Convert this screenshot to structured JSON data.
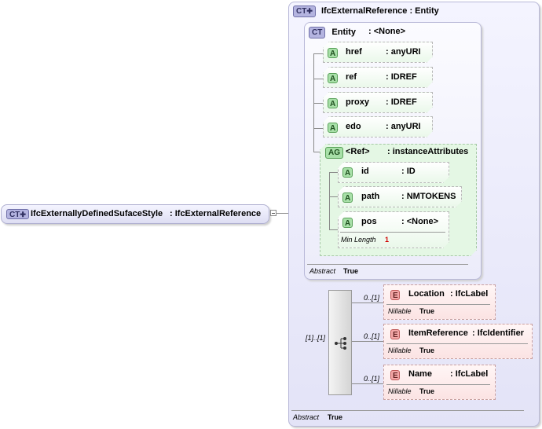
{
  "main": {
    "badge": "CT",
    "name": "IfcExternallyDefinedSufaceStyle",
    "type": ": IfcExternalReference"
  },
  "outer": {
    "badge": "CT",
    "title": "IfcExternalReference : Entity",
    "abstract_label": "Abstract",
    "abstract_value": "True"
  },
  "inner": {
    "badge": "CT",
    "name": "Entity",
    "type": ": <None>",
    "abstract_label": "Abstract",
    "abstract_value": "True"
  },
  "attributes": [
    {
      "badge": "A",
      "name": "href",
      "type": ": anyURI"
    },
    {
      "badge": "A",
      "name": "ref",
      "type": ": IDREF"
    },
    {
      "badge": "A",
      "name": "proxy",
      "type": ": IDREF"
    },
    {
      "badge": "A",
      "name": "edo",
      "type": ": anyURI"
    }
  ],
  "group": {
    "badge": "AG",
    "name": "<Ref>",
    "type": ": instanceAttributes",
    "attributes": [
      {
        "badge": "A",
        "name": "id",
        "type": ": ID"
      },
      {
        "badge": "A",
        "name": "path",
        "type": ": NMTOKENS"
      },
      {
        "badge": "A",
        "name": "pos",
        "type": ": <None>",
        "facet_label": "Min Length",
        "facet_value": "1"
      }
    ]
  },
  "sequence": {
    "cardinality": "[1]..[1]"
  },
  "elements": [
    {
      "badge": "E",
      "name": "Location",
      "type": ": IfcLabel",
      "cardinality": "0..[1]",
      "nillable_label": "Nillable",
      "nillable_value": "True"
    },
    {
      "badge": "E",
      "name": "ItemReference",
      "type": ": IfcIdentifier",
      "cardinality": "0..[1]",
      "nillable_label": "Nillable",
      "nillable_value": "True"
    },
    {
      "badge": "E",
      "name": "Name",
      "type": ": IfcLabel",
      "cardinality": "0..[1]",
      "nillable_label": "Nillable",
      "nillable_value": "True"
    }
  ]
}
